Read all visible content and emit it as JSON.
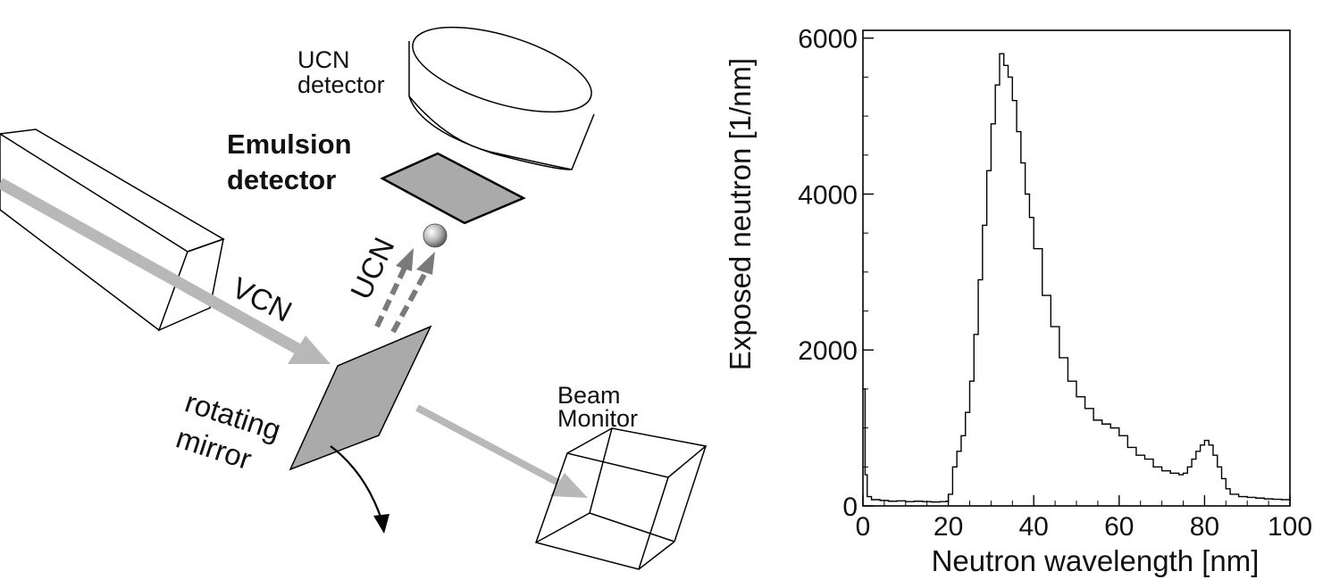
{
  "diagram": {
    "labels": {
      "ucn_detector_line1": "UCN",
      "ucn_detector_line2": "detector",
      "emulsion_line1": "Emulsion",
      "emulsion_line2": "detector",
      "vcn": "VCN",
      "ucn": "UCN",
      "rotating": "rotating",
      "mirror": "mirror",
      "beam": "Beam",
      "monitor": "Monitor"
    },
    "colors": {
      "beam_gray": "#b8b8b8",
      "plate_gray": "#aaaaaa",
      "arrow_dark_gray": "#7a7a7a"
    }
  },
  "chart_data": {
    "type": "line",
    "style": "step histogram",
    "title": "",
    "xlabel": "Neutron wavelength [nm]",
    "ylabel": "Exposed neutron [1/nm]",
    "xlim": [
      0,
      100
    ],
    "ylim": [
      0,
      6100
    ],
    "xticks": [
      0,
      20,
      40,
      60,
      80,
      100
    ],
    "yticks": [
      0,
      2000,
      4000,
      6000
    ],
    "grid": false,
    "legend": "none",
    "line_color": "#000000",
    "x": [
      0,
      0.5,
      1,
      2,
      4,
      6,
      8,
      10,
      12,
      14,
      16,
      18,
      19.5,
      20,
      21,
      22,
      23,
      24,
      25,
      26,
      27,
      28,
      29,
      30,
      31,
      32,
      33,
      34,
      35,
      36,
      37,
      38,
      39,
      40,
      42,
      44,
      46,
      48,
      50,
      52,
      54,
      56,
      58,
      60,
      62,
      64,
      66,
      68,
      70,
      72,
      74,
      75,
      76,
      77,
      78,
      79,
      80,
      81,
      82,
      83,
      84,
      85,
      86,
      88,
      90,
      92,
      94,
      96,
      98,
      100
    ],
    "values": [
      1500,
      400,
      120,
      80,
      70,
      60,
      65,
      55,
      60,
      55,
      50,
      55,
      60,
      150,
      500,
      700,
      900,
      1200,
      1600,
      2200,
      2900,
      3600,
      4300,
      4900,
      5400,
      5800,
      5650,
      5500,
      5200,
      4800,
      4400,
      4000,
      3700,
      3300,
      2700,
      2300,
      1900,
      1600,
      1400,
      1250,
      1100,
      1050,
      1000,
      900,
      750,
      650,
      600,
      500,
      450,
      420,
      400,
      420,
      500,
      600,
      700,
      780,
      840,
      780,
      650,
      500,
      350,
      220,
      150,
      120,
      110,
      100,
      90,
      85,
      80,
      70
    ]
  }
}
